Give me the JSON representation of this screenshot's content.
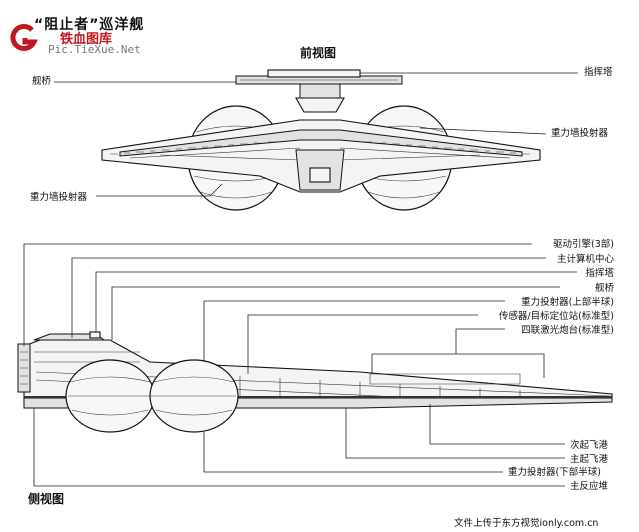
{
  "title": "“阻止者”巡洋舰",
  "watermark": {
    "logo_text": "铁血图库",
    "url_text": "Pic.TieXue.Net",
    "bottom_text": "文件上传于东方视觉ionly.com.cn"
  },
  "front_view": {
    "title": "前视图",
    "labels": {
      "bridge": "舰桥",
      "command_tower": "指挥塔",
      "gravity_projector_right": "重力墙投射器",
      "gravity_projector_left": "重力墙投射器"
    }
  },
  "side_view": {
    "title": "侧视图",
    "labels_top": [
      "驱动引擎(3部)",
      "主计算机中心",
      "指挥塔",
      "舰桥",
      "重力投射器(上部半球)",
      "传感器/目标定位站(标准型)",
      "四联激光炮台(标准型)"
    ],
    "labels_bottom": [
      "次起飞港",
      "主起飞港",
      "重力投射器(下部半球)",
      "主反应堆"
    ]
  }
}
